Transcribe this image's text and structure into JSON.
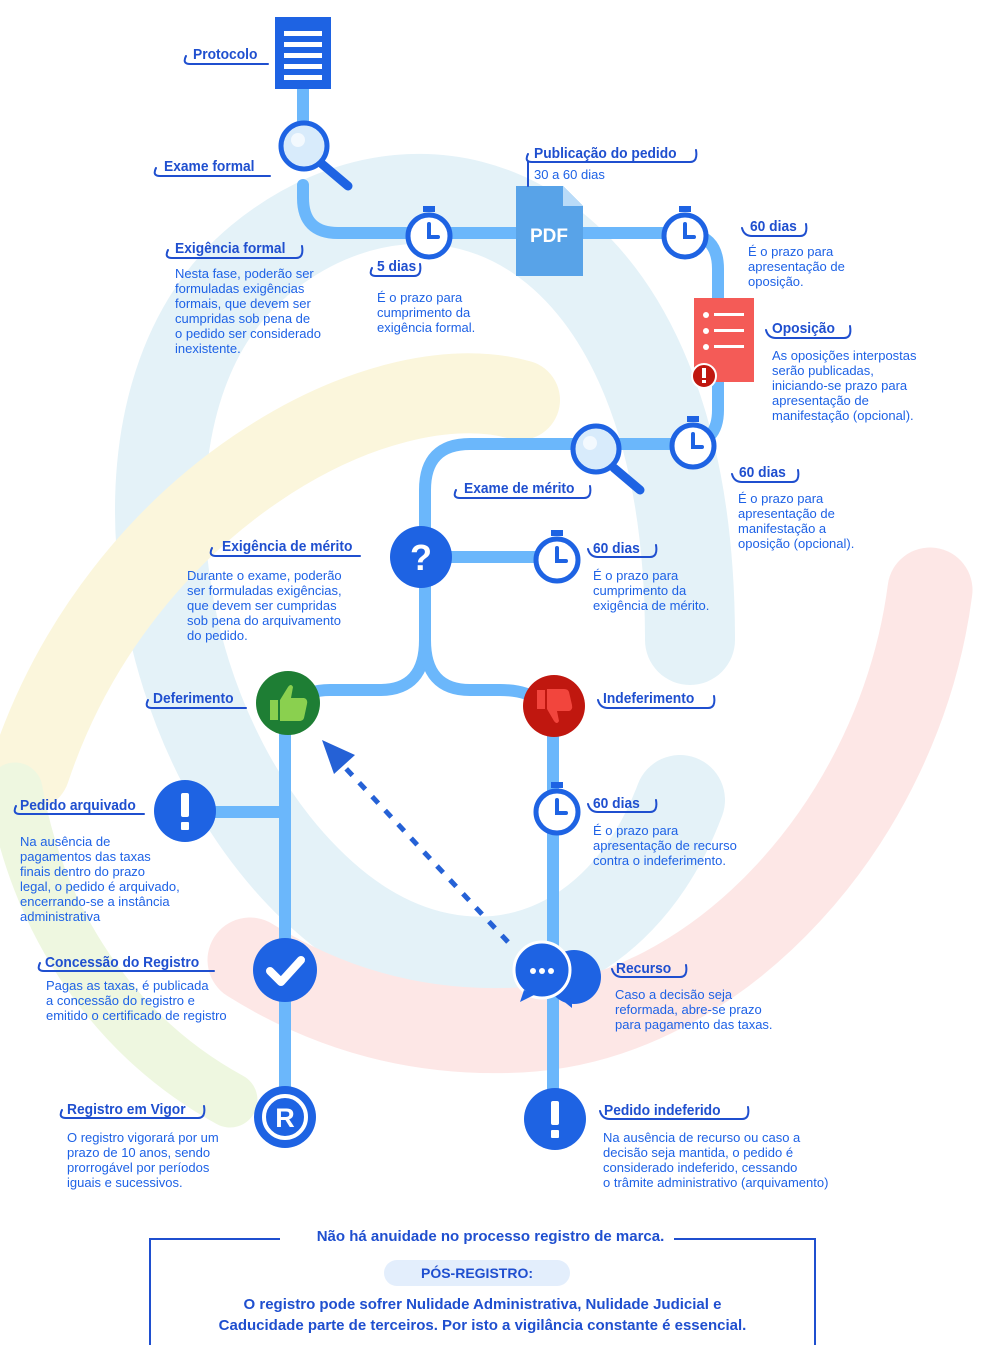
{
  "nodes": {
    "protocolo": {
      "label": "Protocolo"
    },
    "exame_formal": {
      "label": "Exame formal"
    },
    "exigencia_formal": {
      "label": "Exigência formal",
      "desc": "Nesta fase, poderão ser\nformuladas exigências\nformais, que devem ser\ncumpridas sob pena de\no pedido ser considerado\ninexistente."
    },
    "prazo_5": {
      "label": "5 dias",
      "desc": "É o prazo para\ncumprimento da\nexigência formal."
    },
    "publicacao": {
      "label": "Publicação do pedido",
      "sub": "30 a 60 dias",
      "icon_text": "PDF"
    },
    "prazo_60_oposicao": {
      "label": "60 dias",
      "desc": "É o prazo para\napresentação de\noposição."
    },
    "oposicao": {
      "label": "Oposição",
      "desc": "As oposições interpostas\nserão publicadas,\niniciando-se prazo para\napresentação de\nmanifestação (opcional)."
    },
    "prazo_60_manifestacao": {
      "label": "60 dias",
      "desc": "É o prazo para\napresentação de\nmanifestação a\noposição (opcional)."
    },
    "exame_merito": {
      "label": "Exame de mérito"
    },
    "exigencia_merito": {
      "label": "Exigência de mérito",
      "desc": "Durante o exame, poderão\nser formuladas exigências,\nque devem ser cumpridas\nsob pena do arquivamento\ndo pedido."
    },
    "prazo_60_merito": {
      "label": "60 dias",
      "desc": "É o prazo para\ncumprimento da\nexigência de mérito."
    },
    "deferimento": {
      "label": "Deferimento"
    },
    "indeferimento": {
      "label": "Indeferimento"
    },
    "pedido_arquivado": {
      "label": "Pedido arquivado",
      "desc": "Na ausência de\npagamentos das taxas\nfinais dentro do prazo\nlegal, o pedido é arquivado,\nencerrando-se a instância\nadministrativa"
    },
    "prazo_60_recurso": {
      "label": "60 dias",
      "desc": "É o prazo para\napresentação de recurso\ncontra o indeferimento."
    },
    "concessao": {
      "label": "Concessão do Registro",
      "desc": "Pagas as taxas, é publicada\na concessão do registro e\nemitido o certificado de registro"
    },
    "recurso": {
      "label": "Recurso",
      "desc": "Caso a decisão seja\nreformada, abre-se prazo\npara pagamento das taxas."
    },
    "registro_vigor": {
      "label": "Registro em Vigor",
      "desc": "O registro vigorará por um\nprazo de 10 anos, sendo\nprorrogável por períodos\niguais e sucessivos."
    },
    "pedido_indeferido": {
      "label": "Pedido indeferido",
      "desc": "Na ausência de recurso ou caso a\ndecisão seja mantida, o pedido é\nconsiderado indeferido, cessando\no trâmite administrativo (arquivamento)"
    }
  },
  "footer": {
    "title": "Não há anuidade no processo registro de marca.",
    "pill": "PÓS-REGISTRO:",
    "text": "O registro pode sofrer Nulidade Administrativa, Nulidade Judicial e\nCaducidade parte de terceiros. Por isto a vigilância constante é essencial."
  },
  "colors": {
    "path": "#6bb7fb",
    "node_blue": "#1e63e3",
    "label_blue": "#1f4fcf",
    "text_blue": "#1e62e6",
    "approve_green": "#1e7e34",
    "reject_red": "#c0170f",
    "opposition_coral": "#f45b57",
    "pdf_blue": "#58a3e8"
  },
  "icons": {
    "protocolo": "document-icon",
    "exame": "magnifier-icon",
    "prazo": "stopwatch-icon",
    "oposicao": "list-document-icon",
    "exigencia": "question-icon",
    "deferimento": "thumbs-up-icon",
    "indeferimento": "thumbs-down-icon",
    "alerta": "exclamation-icon",
    "concessao": "checkmark-icon",
    "recurso": "chat-bubbles-icon",
    "registro": "registered-icon"
  }
}
